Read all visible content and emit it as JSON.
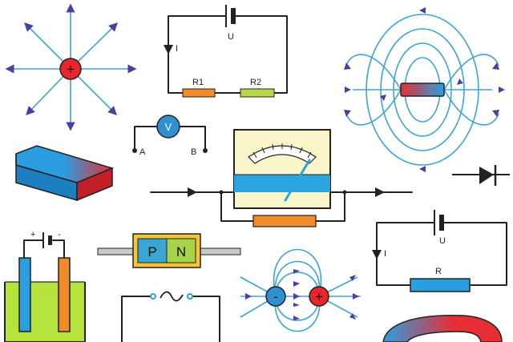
{
  "labels": {
    "circuit_top": {
      "current": "I",
      "voltage": "U",
      "r1": "R1",
      "r2": "R2"
    },
    "voltmeter": {
      "symbol": "V",
      "terminal_a": "A",
      "terminal_b": "B"
    },
    "circuit_right": {
      "current": "I",
      "voltage": "U",
      "resistor": "R"
    },
    "battery": {
      "plus": "+",
      "minus": "-"
    },
    "diode_block": {
      "p": "P",
      "n": "N"
    },
    "charges": {
      "positive": "+",
      "negative": "-"
    }
  },
  "colors": {
    "wire": "#222222",
    "field_line": "#3aa6d4",
    "arrow": "#4b3f9f",
    "positive_charge": "#e8252b",
    "negative_charge": "#2f8fcf",
    "resistor_orange": "#f08a2a",
    "resistor_green": "#b6d94a",
    "voltmeter_fill": "#2f8fcf",
    "magnet_red": "#e62e34",
    "magnet_blue": "#2b9ee0",
    "electrolyte": "#b5e23c",
    "meter_face": "#fbf6c9",
    "meter_base": "#2ba4e0",
    "p_block": "#3aa6d4",
    "n_block": "#a6d34a",
    "diode_body": "#f7c531"
  },
  "icons": [
    "positive-charge-field-icon",
    "circuit-r1-r2-icon",
    "bar-magnet-field-icon",
    "voltmeter-icon",
    "bar-magnet-icon",
    "ammeter-gauge-icon",
    "diode-symbol-icon",
    "battery-electrolysis-icon",
    "pn-junction-icon",
    "dipole-field-icon",
    "circuit-resistor-icon",
    "ac-source-icon",
    "horseshoe-magnet-icon"
  ]
}
